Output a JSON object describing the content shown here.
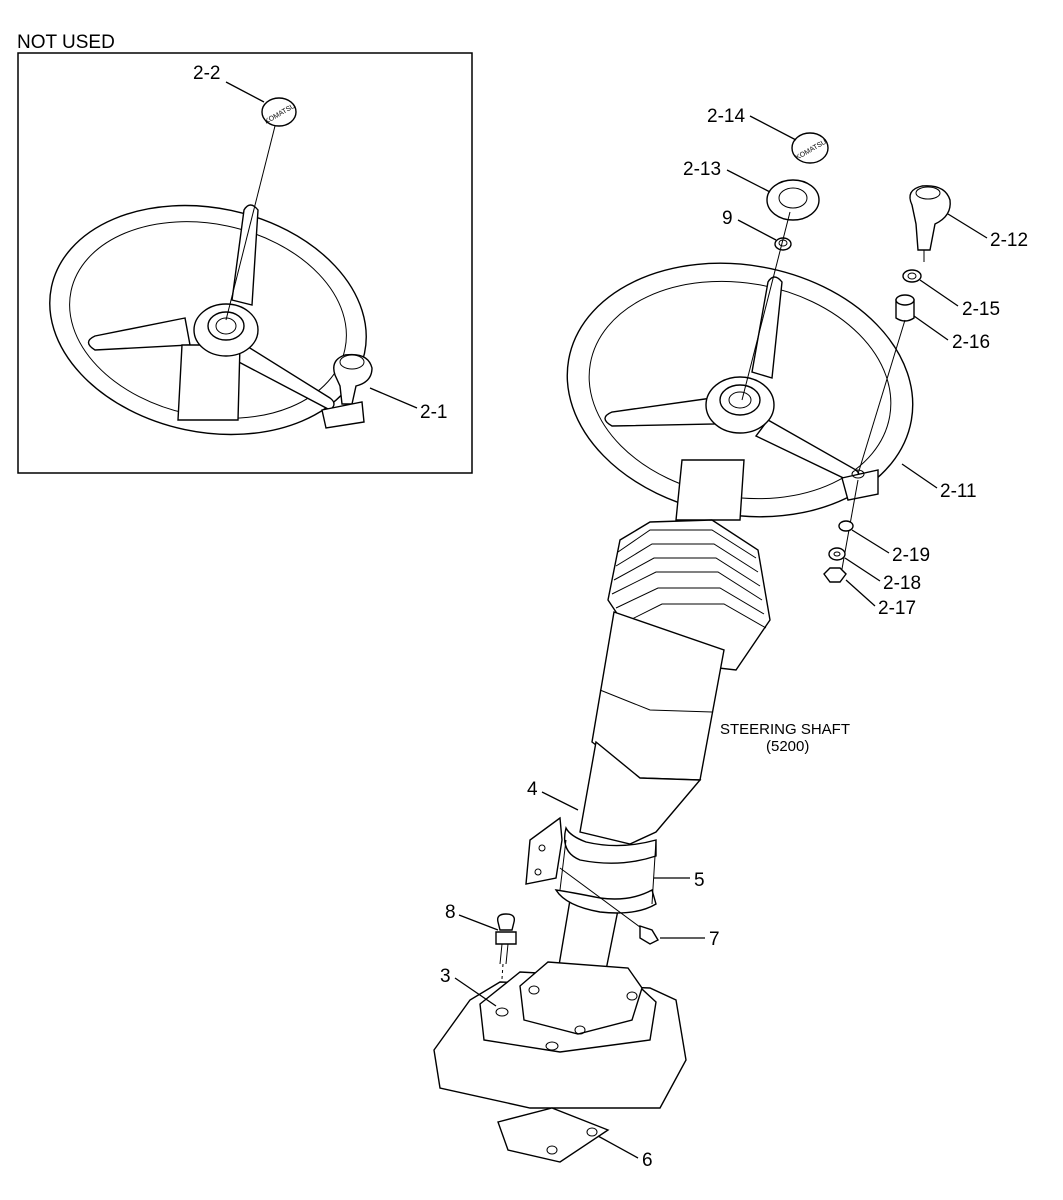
{
  "header": {
    "not_used_label": "NOT USED"
  },
  "callouts": {
    "c2_2": "2-2",
    "c2_1": "2-1",
    "c2_14": "2-14",
    "c2_13": "2-13",
    "c9": "9",
    "c2_12": "2-12",
    "c2_15": "2-15",
    "c2_16": "2-16",
    "c2_11": "2-11",
    "c2_19": "2-19",
    "c2_18": "2-18",
    "c2_17": "2-17",
    "c4": "4",
    "c5": "5",
    "c8": "8",
    "c7": "7",
    "c3": "3",
    "c6": "6"
  },
  "note": {
    "line1": "STEERING SHAFT",
    "line2": "(5200)"
  },
  "logo_text": "KOMATSU"
}
